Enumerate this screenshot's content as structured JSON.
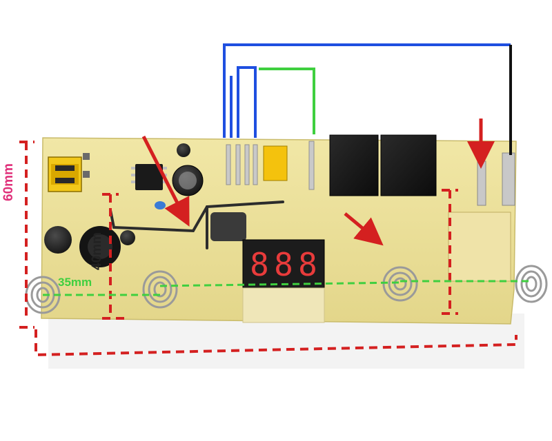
{
  "labels": {
    "height": "60mm",
    "inner_height": "40mm",
    "pitch": "35mm"
  },
  "display": {
    "digits": [
      "8",
      "8",
      "8"
    ]
  },
  "colors": {
    "board": "#eadf94",
    "dimension": "#d42020",
    "wire_blue": "#1f4fe0",
    "wire_green": "#3fcf3f",
    "wire_black": "#111111",
    "height_label": "#e0307a"
  }
}
